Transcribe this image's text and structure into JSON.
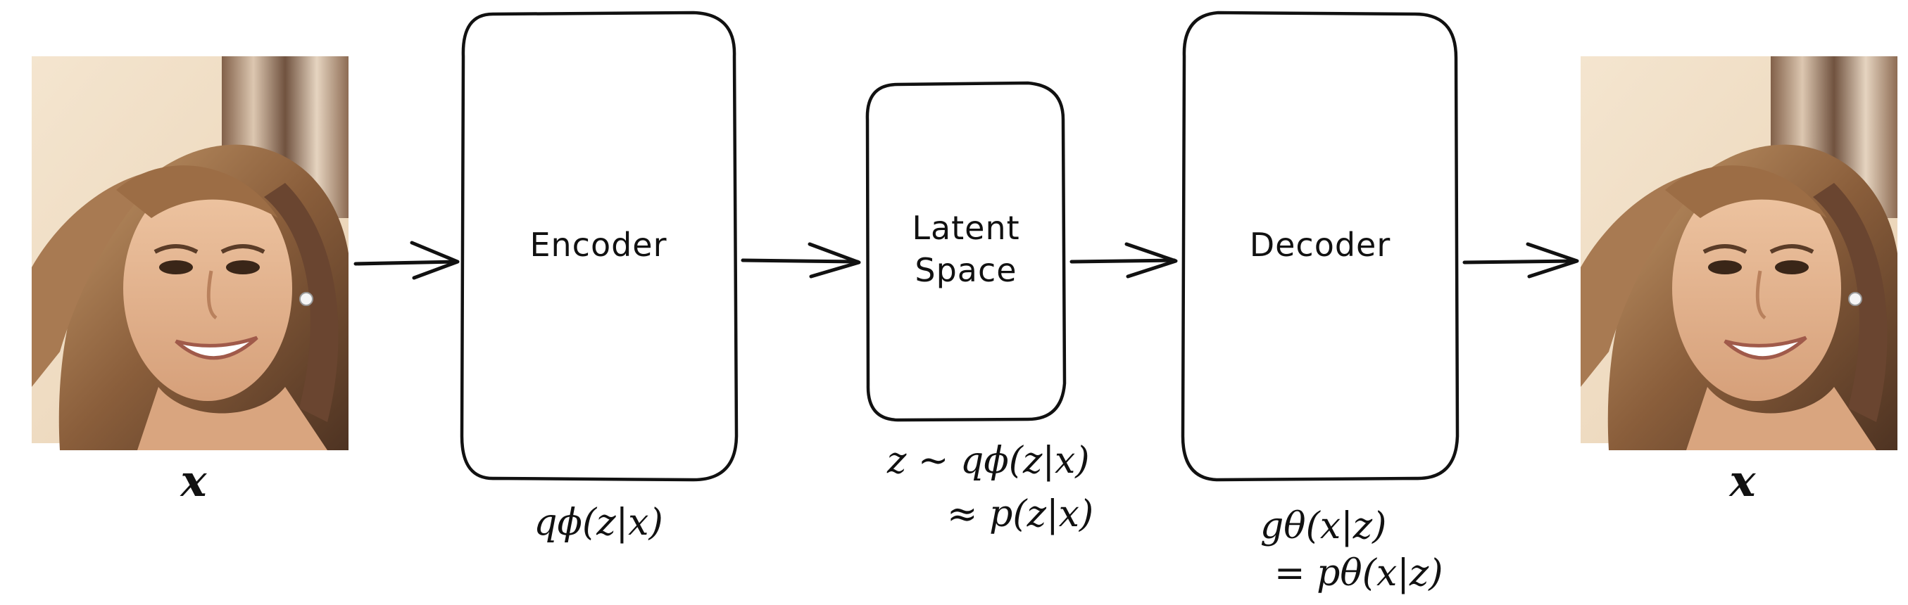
{
  "boxes": {
    "encoder": "Encoder",
    "latent_line1": "Latent",
    "latent_line2": "Space",
    "decoder": "Decoder"
  },
  "equations": {
    "input_x": "x",
    "output_x": "x",
    "encoder_q": "qϕ(z|x)",
    "latent_line1": "z ~ qϕ(z|x)",
    "latent_line2": "≈ p(z|x)",
    "decoder_line1": "gθ(x|z)",
    "decoder_line2": "= pθ(x|z)"
  },
  "images": {
    "input": "portrait-photo",
    "output": "portrait-photo"
  },
  "colors": {
    "stroke": "#111111",
    "background": "#ffffff"
  }
}
